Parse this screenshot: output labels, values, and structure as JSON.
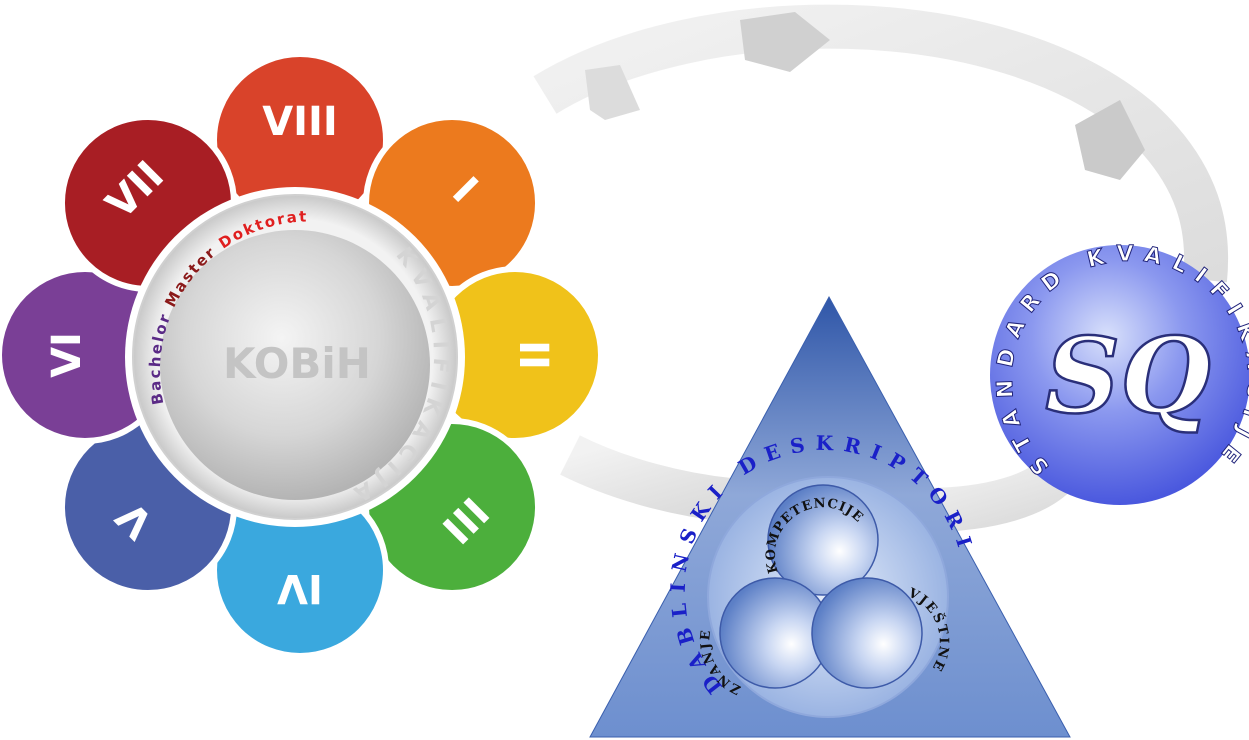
{
  "flower": {
    "center_title": "KOBiH",
    "arc_words": [
      {
        "text": "Bachelor",
        "color": "#5a2a86"
      },
      {
        "text": "Master",
        "color": "#8b1a1a"
      },
      {
        "text": "Doktorat",
        "color": "#e02020"
      }
    ],
    "right_arc": "KVALIFIKACIJA",
    "petals": [
      {
        "label": "VIII",
        "color": "#d9432a"
      },
      {
        "label": "I",
        "color": "#ec7a1e"
      },
      {
        "label": "II",
        "color": "#f0c21a"
      },
      {
        "label": "III",
        "color": "#4caf3c"
      },
      {
        "label": "IV",
        "color": "#3aa8de"
      },
      {
        "label": "V",
        "color": "#4a5fa8"
      },
      {
        "label": "VI",
        "color": "#7a3f96"
      },
      {
        "label": "VII",
        "color": "#a81e24"
      }
    ]
  },
  "triangle": {
    "arc_text": "DABLINSKI DESKRIPTORI",
    "circles": {
      "top": "KOMPETENCIJE",
      "left": "ZNANJE",
      "right": "VJEŠTINE"
    },
    "colors": {
      "fill_top": "#cfdcf0",
      "fill_bottom": "#5a7ec0",
      "text_blue": "#1a20c8"
    }
  },
  "badge": {
    "initials": "SQ",
    "ring_text": "STANDARD KVALIFIKACIJE",
    "colors": {
      "fill": "#5f6ee8",
      "light": "#b8c4f6"
    }
  }
}
